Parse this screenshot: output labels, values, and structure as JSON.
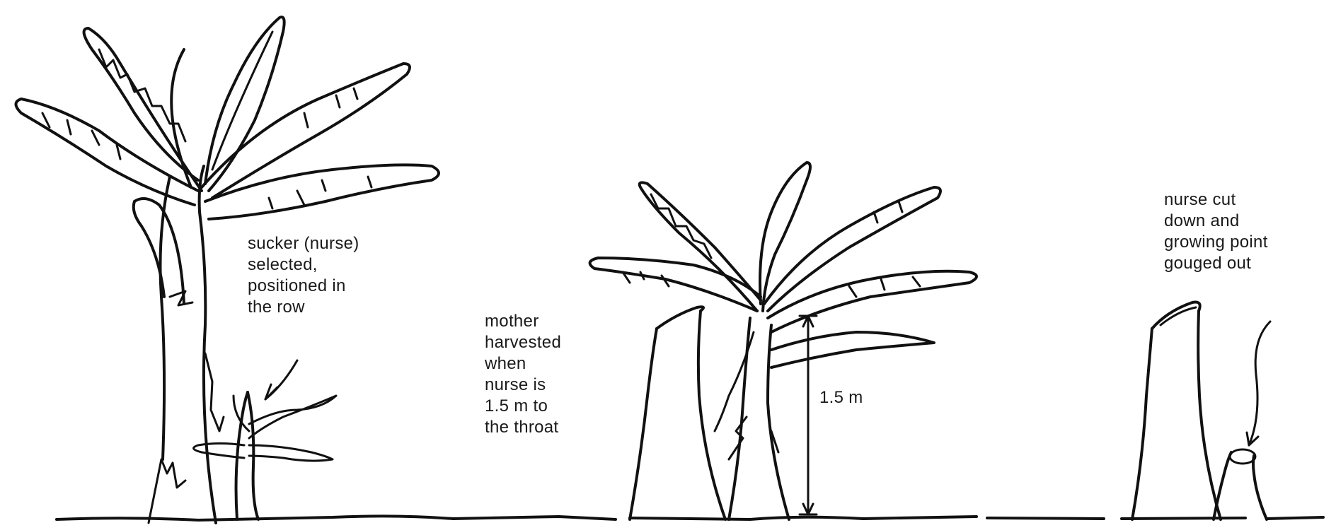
{
  "diagram": {
    "labels": {
      "sucker": "sucker (nurse)\nselected,\npositioned in\nthe row",
      "mother": "mother\nharvested\nwhen\nnurse is\n1.5 m to\nthe throat",
      "height": "1.5 m",
      "nurse_cut": "nurse cut\ndown and\ngrowing point\ngouged out"
    },
    "colors": {
      "ink": "#111111",
      "background": "#ffffff"
    }
  }
}
